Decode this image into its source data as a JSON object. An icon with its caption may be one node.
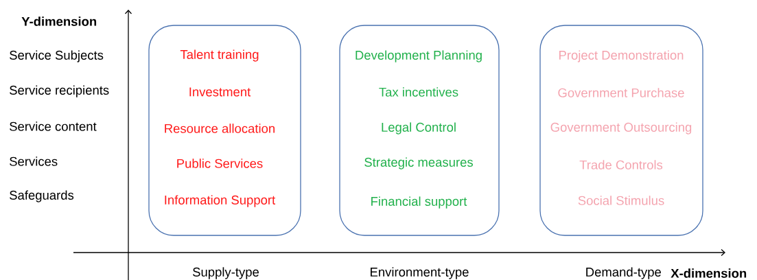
{
  "diagram": {
    "nodes": [
      {
        "text": [
          "Talent training",
          "Investment",
          "Resource allocation",
          "Public Services",
          "Information Support"
        ]
      },
      {
        "text": [
          "Development Planning",
          "Tax incentives",
          "Legal Control",
          "Strategic measures",
          "Financial support"
        ]
      },
      {
        "text": [
          "Project Demonstration",
          "Government Purchase",
          "Government Outsourcing",
          "Trade Controls",
          "Social Stimulus"
        ]
      }
    ],
    "labels": [
      "Y-dimension",
      "Service Subjects",
      "Service recipients",
      "Service content",
      "Services",
      "Safeguards",
      "Supply-type",
      "Environment-type",
      "Demand-type",
      "X-dimension"
    ]
  }
}
